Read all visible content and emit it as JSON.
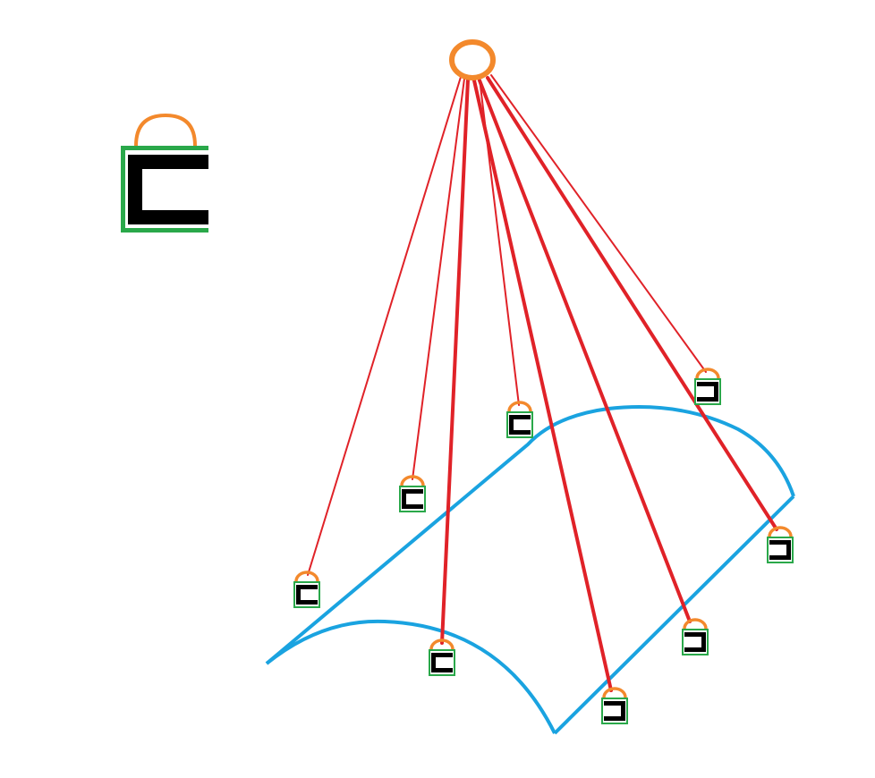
{
  "colors": {
    "background": "#ffffff",
    "hub": "#f3892c",
    "string": "#e02228",
    "surface": "#1aa3e0",
    "bracket_fill": "#000000",
    "bracket_border": "#2aa84a",
    "hook": "#f3892c"
  },
  "legend": {
    "icon": "bracket-with-hook-icon"
  },
  "hub": {
    "icon": "ring-icon"
  },
  "surface": {
    "shape": "curved-canopy-surface"
  },
  "anchors": [
    {
      "id": "anchor-1",
      "orientation": "open-right",
      "string_weight": "thin"
    },
    {
      "id": "anchor-2",
      "orientation": "open-right",
      "string_weight": "thin"
    },
    {
      "id": "anchor-3",
      "orientation": "open-right",
      "string_weight": "thin"
    },
    {
      "id": "anchor-4",
      "orientation": "open-left",
      "string_weight": "thin"
    },
    {
      "id": "anchor-5",
      "orientation": "open-right",
      "string_weight": "thick"
    },
    {
      "id": "anchor-6",
      "orientation": "open-left",
      "string_weight": "thick"
    },
    {
      "id": "anchor-7",
      "orientation": "open-left",
      "string_weight": "thick"
    },
    {
      "id": "anchor-8",
      "orientation": "open-left",
      "string_weight": "thick"
    }
  ]
}
